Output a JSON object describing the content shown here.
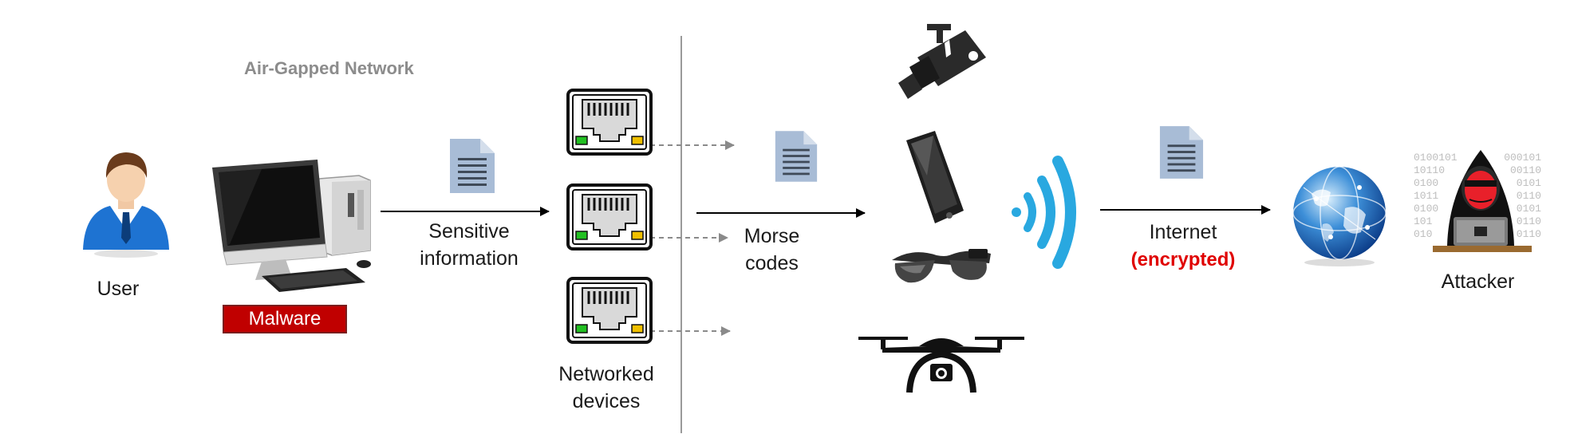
{
  "section_title": "Air-Gapped Network",
  "nodes": {
    "user": "User",
    "malware": "Malware",
    "sensitive_information": [
      "Sensitive",
      "information"
    ],
    "networked_devices": [
      "Networked",
      "devices"
    ],
    "morse_codes": [
      "Morse",
      "codes"
    ],
    "internet": "Internet",
    "encrypted": "(encrypted)",
    "attacker": "Attacker"
  },
  "binary_background": [
    "0100101",
    "10110",
    "0100",
    "1011",
    "0100",
    "101",
    "010"
  ],
  "binary_background_right": [
    "000101",
    "00110",
    "0101",
    "0110",
    "0101",
    "0110",
    "0110"
  ],
  "colors": {
    "malware_bg": "#c00000",
    "encrypted_text": "#e00000",
    "signal_blue": "#29a8e0",
    "port_green": "#22c022",
    "port_yellow": "#f0c000",
    "document": "#a8bcd6",
    "section_title": "#8c8c8c"
  },
  "icons": [
    "user-icon",
    "computer-icon",
    "document-icon",
    "ethernet-port-icon",
    "security-camera-icon",
    "smartphone-icon",
    "smart-glasses-icon",
    "drone-icon",
    "wireless-signal-icon",
    "globe-icon",
    "hacker-icon"
  ]
}
